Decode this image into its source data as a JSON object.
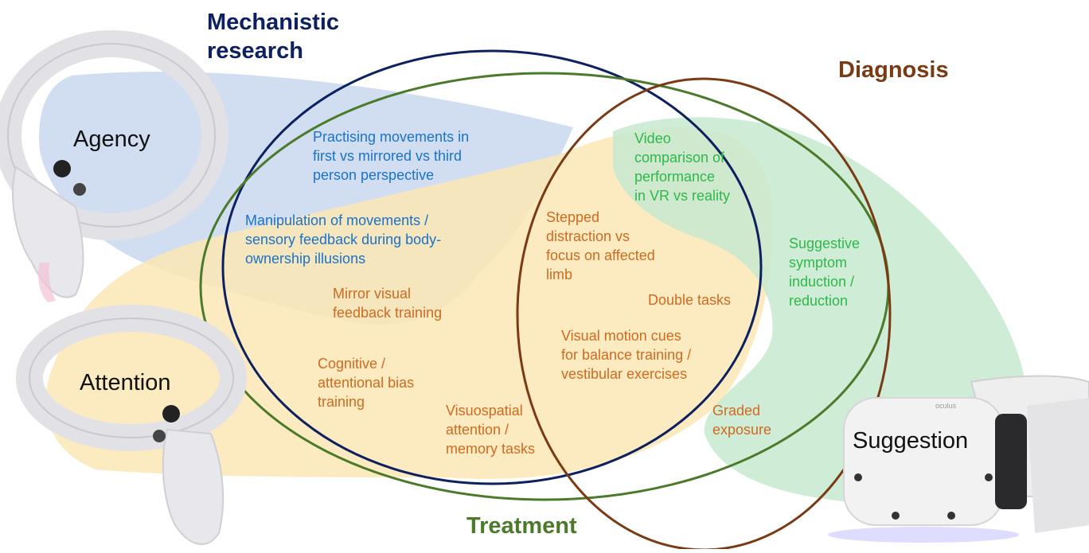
{
  "titles": {
    "mechanistic": "Mechanistic\nresearch",
    "diagnosis": "Diagnosis",
    "treatment": "Treatment"
  },
  "devices": {
    "agency": "Agency",
    "attention": "Attention",
    "suggestion": "Suggestion",
    "headset_brand": "oculus"
  },
  "items": {
    "practising": "Practising movements in\nfirst vs mirrored vs third\nperson perspective",
    "manipulation": "Manipulation of movements /\nsensory feedback during body-\nownership illusions",
    "mirror": "Mirror visual\nfeedback training",
    "cognitive": "Cognitive /\nattentional bias\ntraining",
    "visuospatial": "Visuospatial\nattention /\nmemory tasks",
    "video": "Video\ncomparison of\nperformance\nin VR vs reality",
    "stepped": "Stepped\ndistraction vs\nfocus on affected\nlimb",
    "double": "Double tasks",
    "visual_motion": "Visual motion cues\nfor balance training /\nvestibular exercises",
    "graded": "Graded\nexposure",
    "suggestive": "Suggestive\nsymptom\ninduction /\nreduction"
  },
  "colors": {
    "mechanistic": "#0d2060",
    "diagnosis": "#7a3a14",
    "treatment": "#4a7a2a",
    "agency_region": "#c9d8ee",
    "attention_region": "#fbe7b5",
    "suggestion_region": "#c6e9cf"
  }
}
